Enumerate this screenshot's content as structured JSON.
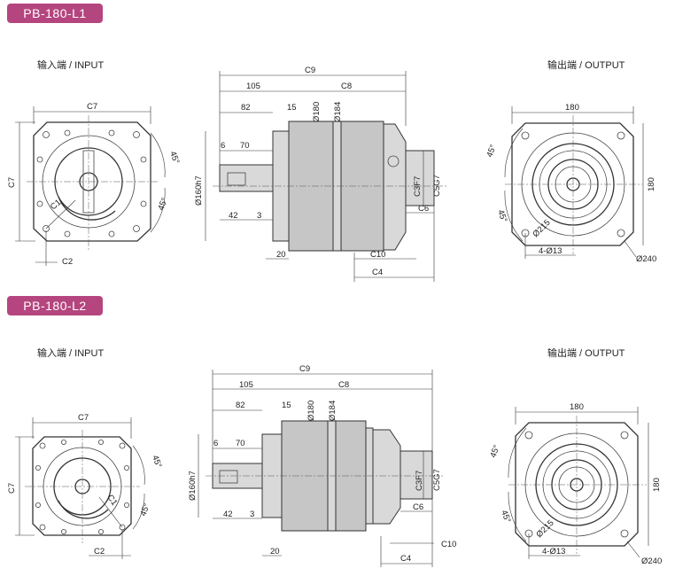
{
  "sections": [
    {
      "badge": "PB-180-L1",
      "input_title": "输入端 / INPUT",
      "output_title": "输出端 / OUTPUT",
      "input_dims": {
        "width": "C7",
        "height": "C7",
        "hole": "C1",
        "offset": "C2",
        "angle_top": "45°",
        "angle_bottom": "45°"
      },
      "side_dims": {
        "total": "C9",
        "left": "105",
        "right": "C8",
        "d82": "82",
        "d15": "15",
        "d180": "Ø180",
        "d184": "Ø184",
        "d6": "6",
        "d70": "70",
        "d160": "Ø160h7",
        "d42": "42",
        "d3": "3",
        "d20": "20",
        "c3": "C3F7",
        "c5": "C5G7",
        "c6": "C6",
        "c10": "C10",
        "c4": "C4"
      },
      "output_dims": {
        "width": "180",
        "height": "180",
        "angle_top": "45°",
        "angle_bottom": "45°",
        "pcd": "Ø215",
        "holes": "4-Ø13",
        "outer": "Ø240"
      }
    },
    {
      "badge": "PB-180-L2",
      "input_title": "输入端 / INPUT",
      "output_title": "输出端 / OUTPUT",
      "input_dims": {
        "width": "C7",
        "height": "C7",
        "hole": "C1",
        "offset": "C2",
        "angle_top": "45°",
        "angle_bottom": "45°"
      },
      "side_dims": {
        "total": "C9",
        "left": "105",
        "right": "C8",
        "d82": "82",
        "d15": "15",
        "d180": "Ø180",
        "d184": "Ø184",
        "d6": "6",
        "d70": "70",
        "d160": "Ø160h7",
        "d42": "42",
        "d3": "3",
        "d20": "20",
        "c3": "C3F7",
        "c5": "C5G7",
        "c6": "C6",
        "c10": "C10",
        "c4": "C4"
      },
      "output_dims": {
        "width": "180",
        "height": "180",
        "angle_top": "45°",
        "angle_bottom": "45°",
        "pcd": "Ø215",
        "holes": "4-Ø13",
        "outer": "Ø240"
      }
    }
  ]
}
